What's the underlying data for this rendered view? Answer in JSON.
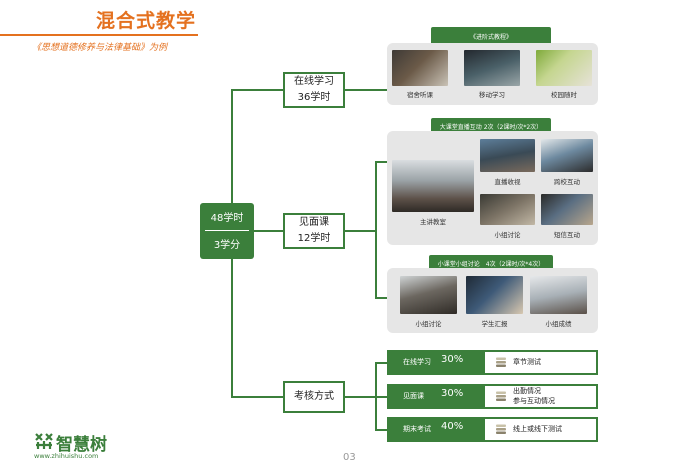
{
  "header": {
    "title": "混合式教学",
    "subtitle": "《思想道德修养与法律基础》为例"
  },
  "center": {
    "hours": "48学时",
    "credits": "3学分"
  },
  "branches": {
    "online": {
      "line1": "在线学习",
      "line2": "36学时"
    },
    "face": {
      "line1": "见面课",
      "line2": "12学时"
    },
    "assess": {
      "label": "考核方式"
    }
  },
  "online_panel": {
    "tag": "《进阶式教程》",
    "photos": [
      "宿舍听课",
      "移动学习",
      "校园随时"
    ]
  },
  "live_panel": {
    "tag": "大课堂直播互动 2次（2课时/次*2次）",
    "photos": [
      "主讲教室",
      "直播收视",
      "跨校互动",
      "小组讨论",
      "短信互动"
    ]
  },
  "small_panel": {
    "tag": "小课堂小组讨论　4次（2课时/次*4次）",
    "photos": [
      "小组讨论",
      "学生汇报",
      "小组成绩"
    ]
  },
  "assessment": [
    {
      "name": "在线学习",
      "percent": "30%",
      "text": "章节测试"
    },
    {
      "name": "见面课",
      "percent": "30%",
      "text_line1": "出勤情况",
      "text_line2": "参与互动情况"
    },
    {
      "name": "期末考试",
      "percent": "40%",
      "text": "线上或线下测试"
    }
  ],
  "footer": {
    "logo": "智慧树",
    "url": "www.zhihuishu.com",
    "page": "03"
  },
  "colors": {
    "accent": "#e4711f",
    "green": "#3b7f3b",
    "panel": "#e6e6e6"
  }
}
